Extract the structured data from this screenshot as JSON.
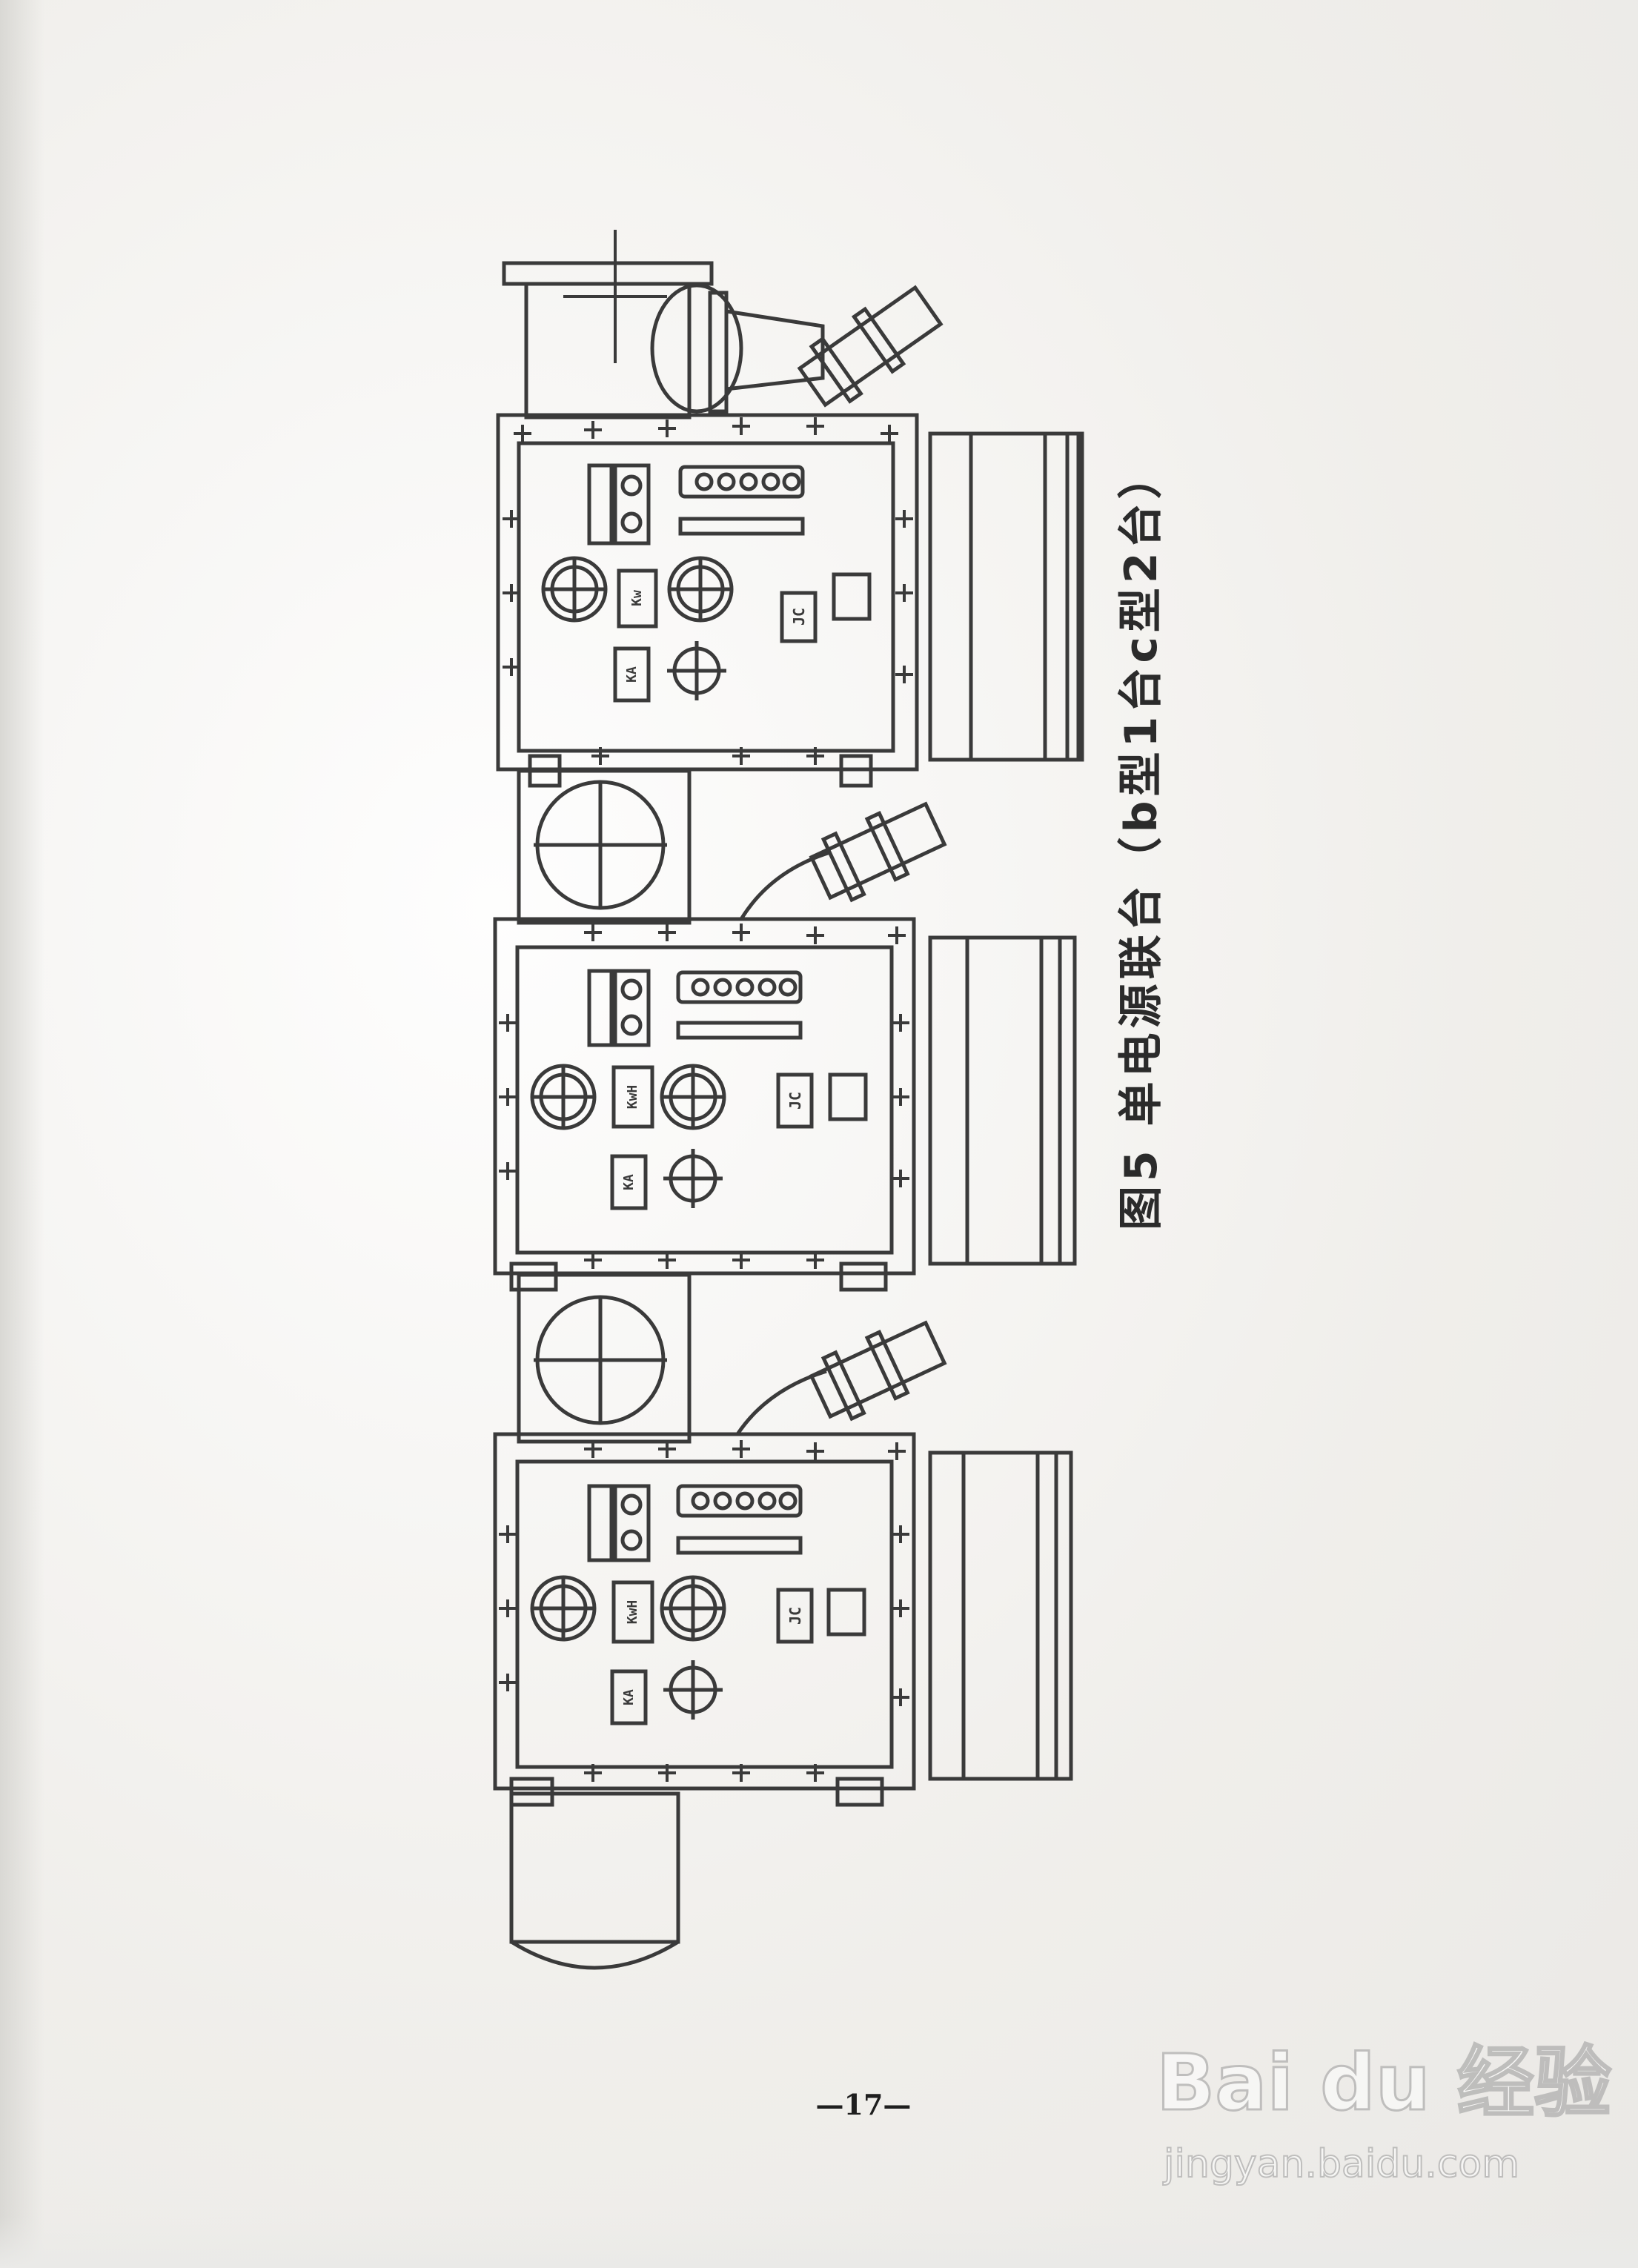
{
  "figure": {
    "caption_prefix": "图5",
    "caption_title": "单电源联台（b型1台c型2台）",
    "panels": [
      {
        "name": "top",
        "badges": [
          "Kw",
          "KA",
          "JC"
        ]
      },
      {
        "name": "middle",
        "badges": [
          "KwH",
          "KA",
          "JC"
        ]
      },
      {
        "name": "bottom",
        "badges": [
          "KwH",
          "KA",
          "JC"
        ]
      }
    ]
  },
  "page": {
    "number": "—17—"
  },
  "watermark": {
    "logo": "Bai du 经验",
    "site": "jingyan.baidu.com"
  },
  "colors": {
    "line": "#3a3a3a",
    "paper": "#f3f2ef"
  }
}
